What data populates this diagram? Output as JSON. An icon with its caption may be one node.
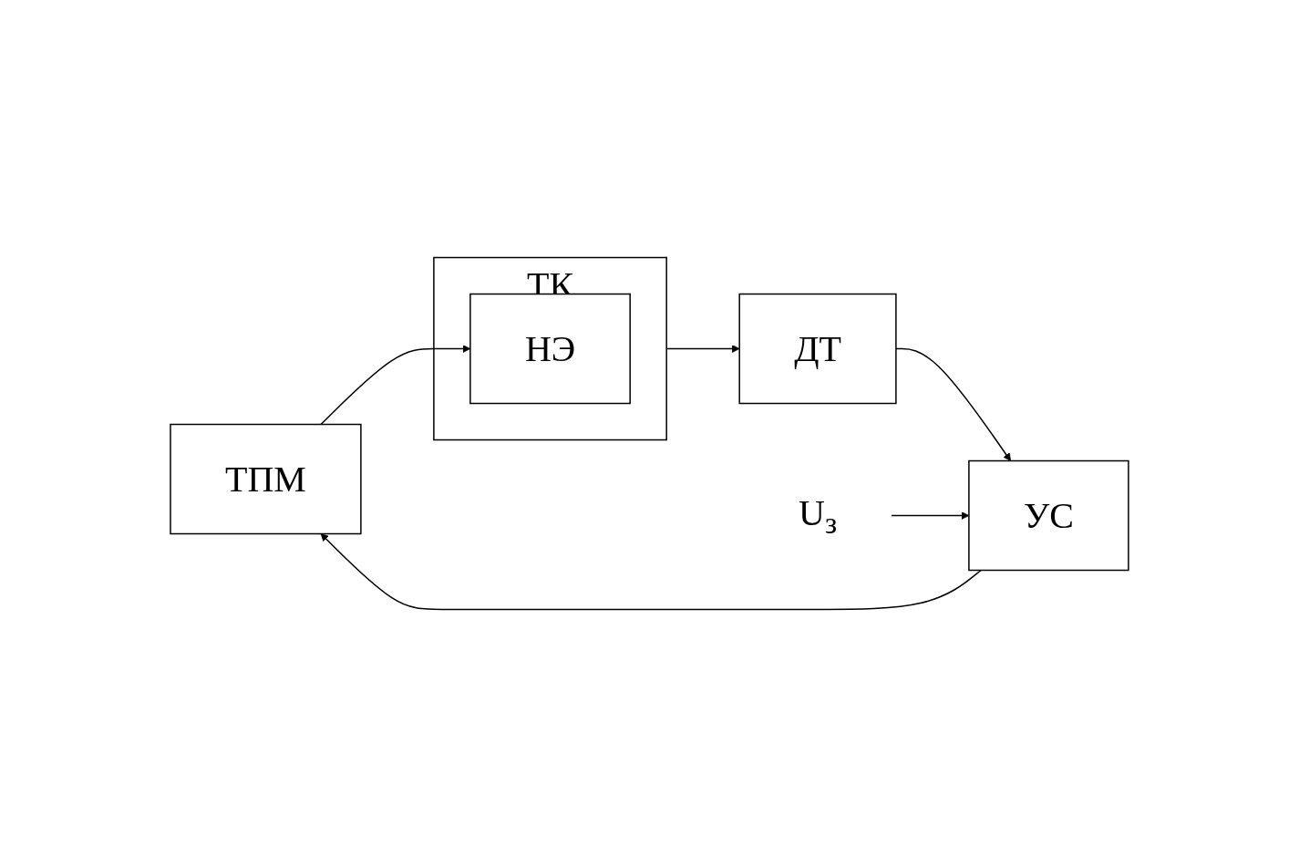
{
  "diagram": {
    "nodes": [
      {
        "text": [
          "ТПМ"
        ]
      },
      {
        "text": [
          "ТК"
        ]
      },
      {
        "text": [
          "НЭ"
        ],
        "in": 1
      },
      {
        "text": [
          "ДТ"
        ]
      },
      {
        "text": [
          "УС"
        ]
      },
      {
        "text": [
          "U$_{з}$"
        ]
      }
    ],
    "edges": [
      {
        "from": 4,
        "to": 0,
        "arrow": "to"
      },
      {
        "from": 0,
        "to": 2,
        "arrow": "to"
      },
      {
        "from": 1,
        "to": 3,
        "arrow": "to"
      },
      {
        "from": 3,
        "to": 4,
        "arrow": "to"
      },
      {
        "from": 5,
        "to": 4,
        "arrow": "to"
      }
    ]
  }
}
